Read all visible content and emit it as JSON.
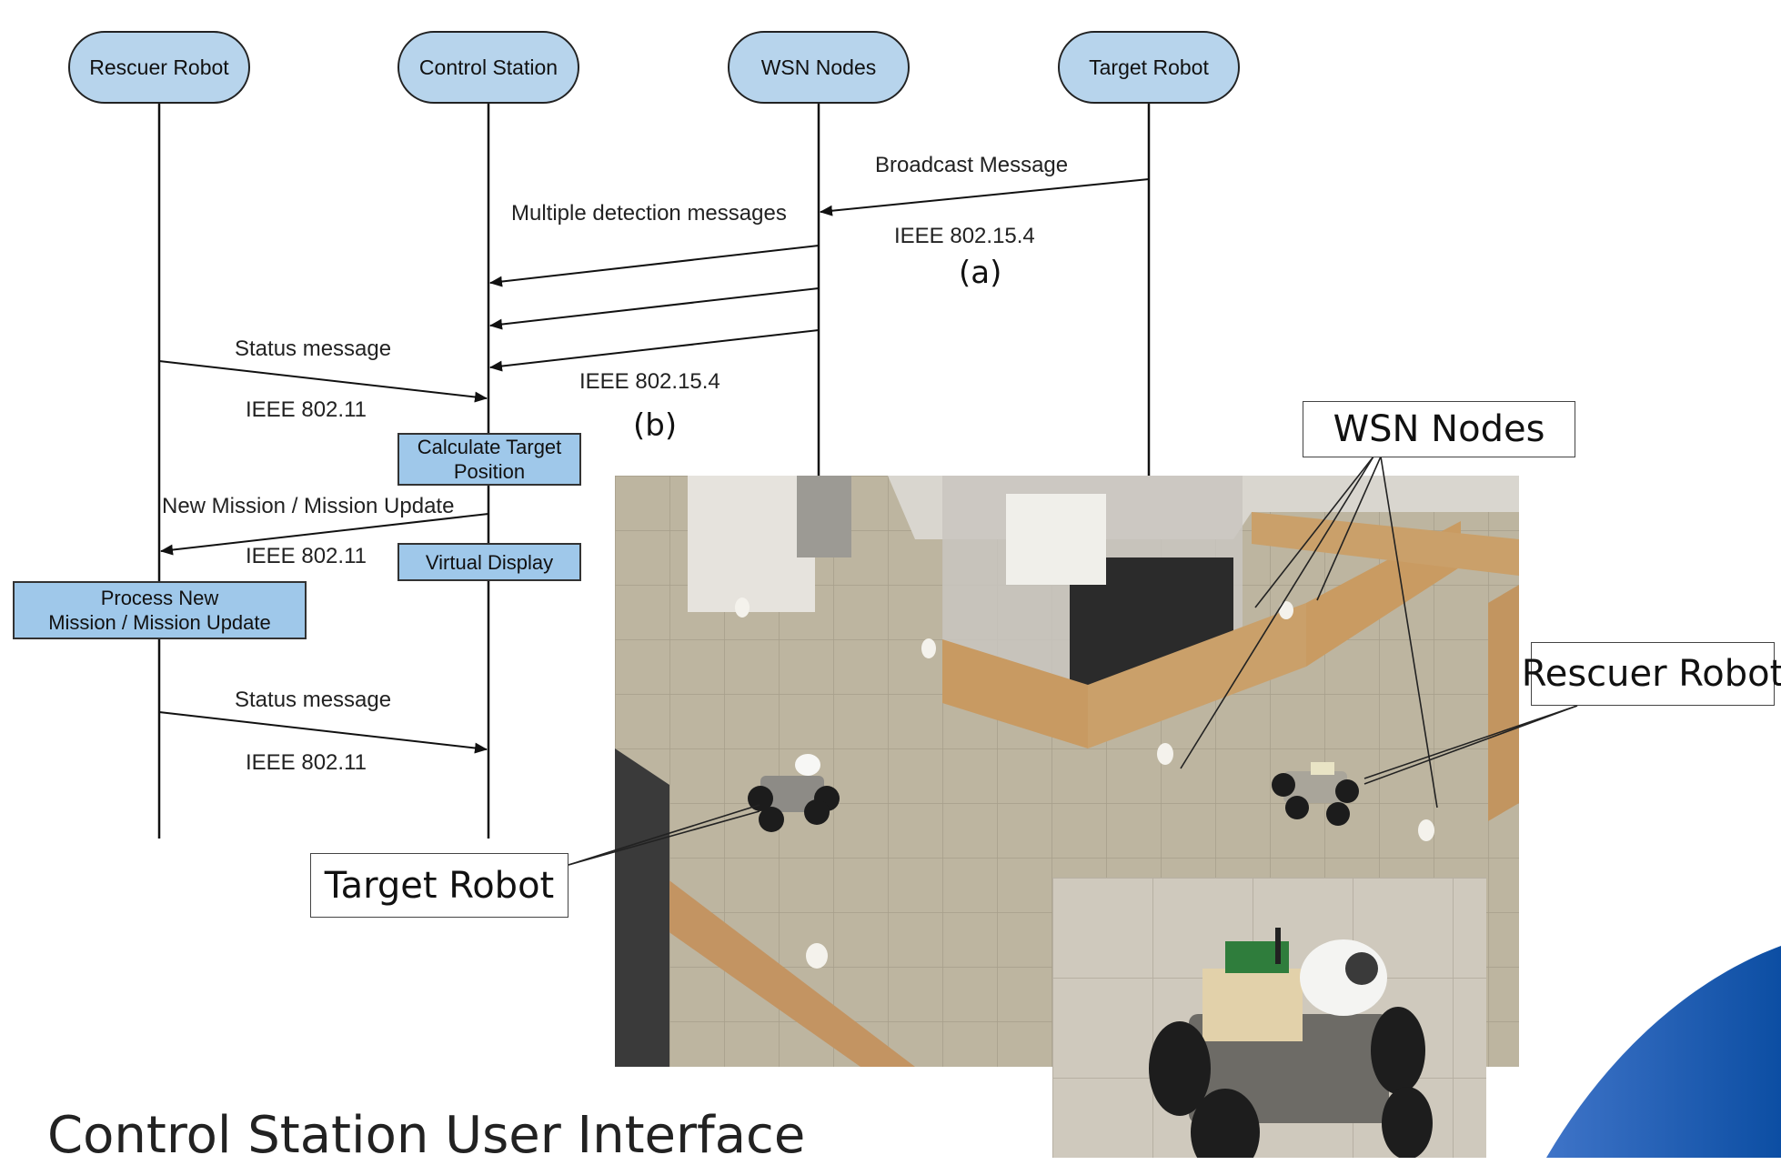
{
  "lifelines": [
    {
      "id": "rescuer",
      "label": "Rescuer Robot"
    },
    {
      "id": "control",
      "label": "Control Station"
    },
    {
      "id": "wsn",
      "label": "WSN Nodes"
    },
    {
      "id": "target",
      "label": "Target Robot"
    }
  ],
  "messages": {
    "broadcast": "Broadcast Message",
    "ieee_a": "IEEE 802.15.4",
    "multi_detect": "Multiple detection messages",
    "ieee_b": "IEEE 802.15.4",
    "status1": "Status message",
    "ieee_s1": "IEEE 802.11",
    "new_mission": "New Mission / Mission Update",
    "ieee_nm": "IEEE 802.11",
    "status2": "Status message",
    "ieee_s2": "IEEE 802.11"
  },
  "captions": {
    "a": "(a)",
    "b": "(b)"
  },
  "activities": {
    "calc": "Calculate Target\nPosition",
    "virtual": "Virtual Display",
    "process": "Process New\nMission / Mission Update"
  },
  "callouts": {
    "wsn": "WSN Nodes",
    "rescuer": "Rescuer Robot",
    "target": "Target Robot"
  },
  "footer": {
    "title": "Control Station User Interface"
  },
  "colors": {
    "lifeline_fill": "#b7d4ec",
    "activity_fill": "#9fc8ea",
    "accent_blue": "#1f5ea8"
  }
}
